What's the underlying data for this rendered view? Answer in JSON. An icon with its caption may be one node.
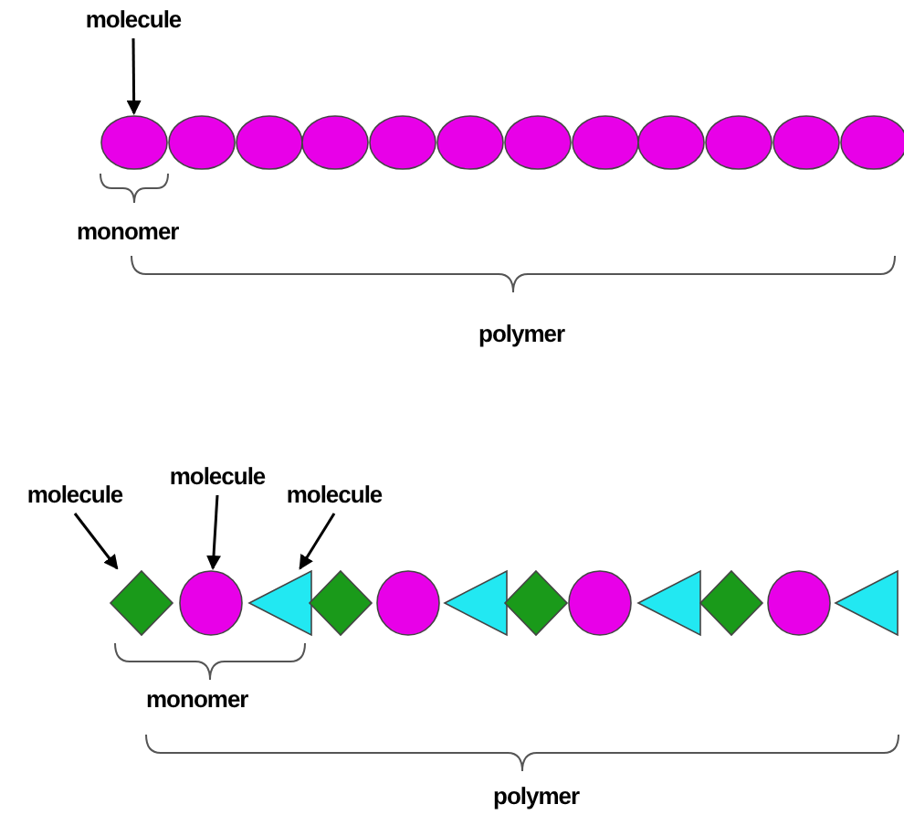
{
  "diagram": {
    "nodes": [
      {
        "text": [
          "molecule"
        ]
      },
      {
        "text": [],
        "shape": "ellipse"
      },
      {
        "text": [],
        "shape": "ellipse"
      },
      {
        "text": [],
        "shape": "ellipse"
      },
      {
        "text": [],
        "shape": "ellipse"
      },
      {
        "text": [],
        "shape": "ellipse"
      },
      {
        "text": [],
        "shape": "ellipse"
      },
      {
        "text": [],
        "shape": "ellipse"
      },
      {
        "text": [],
        "shape": "ellipse"
      },
      {
        "text": [],
        "shape": "ellipse"
      },
      {
        "text": [],
        "shape": "ellipse"
      },
      {
        "text": [],
        "shape": "ellipse"
      },
      {
        "text": [],
        "shape": "ellipse"
      },
      {
        "text": [
          "molecule"
        ]
      },
      {
        "text": [
          "molecule"
        ]
      },
      {
        "text": [
          "molecule"
        ]
      },
      {
        "text": [],
        "shape": "diamond"
      },
      {
        "text": [],
        "shape": "ellipse"
      },
      {
        "text": [],
        "shape": "triangle"
      },
      {
        "text": [],
        "shape": "diamond"
      },
      {
        "text": [],
        "shape": "ellipse"
      },
      {
        "text": [],
        "shape": "triangle"
      },
      {
        "text": [],
        "shape": "diamond"
      },
      {
        "text": [],
        "shape": "ellipse"
      },
      {
        "text": [],
        "shape": "triangle"
      },
      {
        "text": [],
        "shape": "diamond"
      },
      {
        "text": [],
        "shape": "ellipse"
      },
      {
        "text": [],
        "shape": "triangle"
      }
    ],
    "edges": [
      {
        "from": 0,
        "to": 1,
        "arrow": "to"
      },
      {
        "from": 13,
        "to": 16,
        "arrow": "to"
      },
      {
        "from": 14,
        "to": 17,
        "arrow": "to"
      },
      {
        "from": 15,
        "to": 18,
        "arrow": "to"
      }
    ],
    "labels": [
      "monomer",
      "polymer",
      "monomer",
      "polymer"
    ]
  }
}
